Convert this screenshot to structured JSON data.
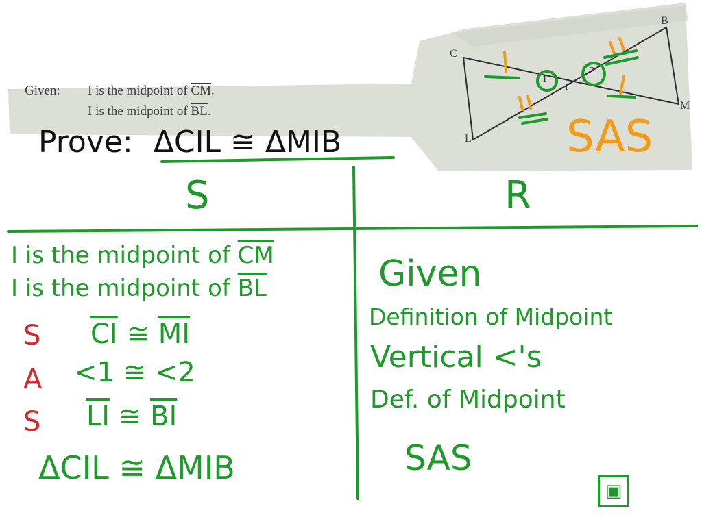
{
  "textbook": {
    "given_label": "Given:",
    "given_line1": {
      "before": "I is the midpoint of ",
      "seg": "CM",
      "after": "."
    },
    "given_line2": {
      "before": "I is the midpoint of ",
      "seg": "BL",
      "after": "."
    }
  },
  "figure": {
    "vertex_labels": {
      "C": "C",
      "B": "B",
      "M": "M",
      "L": "L",
      "I": "I"
    },
    "angle_labels": {
      "a1": "1",
      "a2": "2"
    },
    "method": "SAS"
  },
  "prove": {
    "prefix": "Prove:",
    "statement": "ΔCIL ≅ ΔMIB"
  },
  "table": {
    "headers": {
      "statements": "S",
      "reasons": "R"
    },
    "rows": [
      {
        "tag": "",
        "statement": [
          {
            "t": "I is the midpoint of "
          },
          {
            "t": "CM",
            "ol": true
          }
        ],
        "reason": "Given"
      },
      {
        "tag": "",
        "statement": [
          {
            "t": "I is the midpoint of "
          },
          {
            "t": "BL",
            "ol": true
          }
        ],
        "reason": ""
      },
      {
        "tag": "S",
        "statement": [
          {
            "t": "CI",
            "ol": true
          },
          {
            "t": " ≅ "
          },
          {
            "t": "MI",
            "ol": true
          }
        ],
        "reason": "Definition of Midpoint"
      },
      {
        "tag": "A",
        "statement": [
          {
            "t": "<1 ≅ <2"
          }
        ],
        "reason": "Vertical <'s"
      },
      {
        "tag": "S",
        "statement": [
          {
            "t": "LI",
            "ol": true
          },
          {
            "t": " ≅ "
          },
          {
            "t": "BI",
            "ol": true
          }
        ],
        "reason": "Def. of Midpoint"
      },
      {
        "tag": "",
        "statement": [
          {
            "t": "ΔCIL ≅ ΔMIB"
          }
        ],
        "reason": "SAS"
      }
    ]
  },
  "colors": {
    "ink_green": "#1d9a2a",
    "ink_red": "#d6282c",
    "ink_orange": "#f39a1a",
    "ink_black": "#121212",
    "paper": "#dcdfd6"
  },
  "icons": {
    "corner": "whiteboard-icon"
  }
}
